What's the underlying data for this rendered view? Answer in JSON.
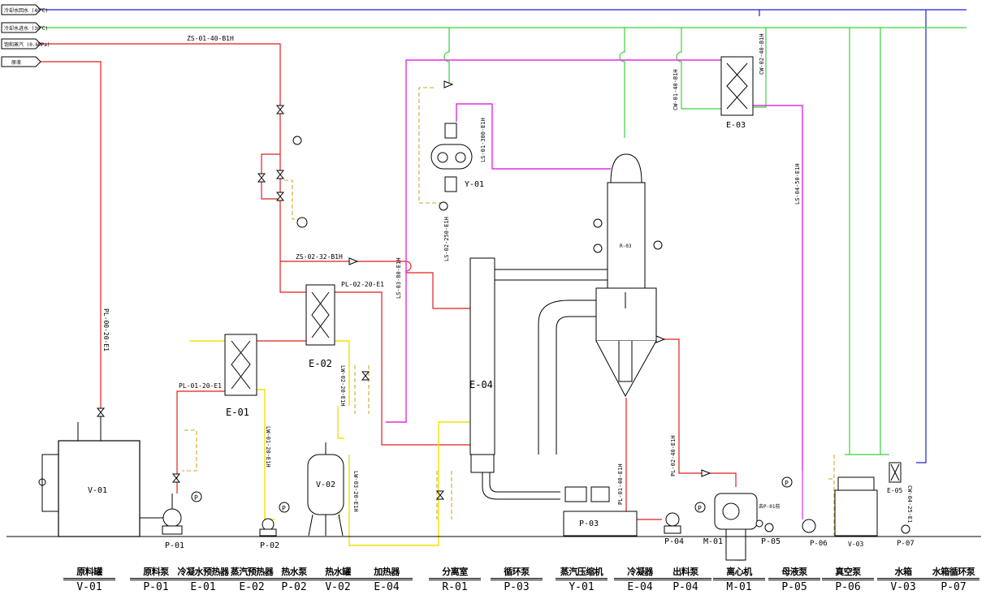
{
  "inflows": [
    {
      "label": "冷却水回水 (40℃)"
    },
    {
      "label": "冷却水进水 (30℃)"
    },
    {
      "label": "饱和蒸汽 (0.6MPa)"
    },
    {
      "label": "原液"
    }
  ],
  "equipment_labels": {
    "v01": "V-01",
    "p01": "P-01",
    "e01": "E-01",
    "p02": "P-02",
    "v02": "V-02",
    "e02": "E-02",
    "e04": "E-04",
    "y01": "Y-01",
    "r03": "R-03",
    "p03": "P-03",
    "e03": "E-03",
    "p04": "P-04",
    "m01": "M-01",
    "p05": "P-05",
    "p06": "P-06",
    "v03": "V-03",
    "p07": "P-07",
    "e05": "E-05"
  },
  "line_labels": {
    "zs0140": "ZS-01-40-B1H",
    "zs0232": "ZS-02-32-B1H",
    "pl0020": "PL-00-20-E1",
    "pl0120": "PL-01-20-E1",
    "pl0220": "PL-02-20-E1",
    "lw0220": "LW-02-20-E1H",
    "lw0120": "LW-01-20-E1H",
    "lw0320": "LW-03-20-E1H",
    "ls0380": "LS-03-80-E1H",
    "ls0225": "LS-02-250-E1H",
    "ls01300": "LS-01-300-E1H",
    "pl0140": "PL-01-40-E1H",
    "pl0240": "PL-02-40-E1H",
    "cw0140": "CW-01-40-B1H",
    "cw0240": "CW-02-40-B1H",
    "ls0450": "LS-04-50-E1H",
    "cw0425": "CW-04-25-E1"
  },
  "misc": {
    "to_p01": "去P-01前",
    "pi": "P"
  },
  "legend": [
    {
      "name": "原料罐",
      "tag": "V-01"
    },
    {
      "name": "原料泵",
      "tag": "P-01"
    },
    {
      "name": "冷凝水预热器",
      "tag": "E-01"
    },
    {
      "name": "蒸汽预热器",
      "tag": "E-02"
    },
    {
      "name": "热水泵",
      "tag": "P-02"
    },
    {
      "name": "热水罐",
      "tag": "V-02"
    },
    {
      "name": "加热器",
      "tag": "E-04"
    },
    {
      "name": "分离室",
      "tag": "R-01"
    },
    {
      "name": "循环泵",
      "tag": "P-03"
    },
    {
      "name": "蒸汽压缩机",
      "tag": "Y-01"
    },
    {
      "name": "冷凝器",
      "tag": "E-04"
    },
    {
      "name": "出料泵",
      "tag": "P-04"
    },
    {
      "name": "离心机",
      "tag": "M-01"
    },
    {
      "name": "母液泵",
      "tag": "P-05"
    },
    {
      "name": "真空泵",
      "tag": "P-06"
    },
    {
      "name": "水箱",
      "tag": "V-03"
    },
    {
      "name": "水箱循环泵",
      "tag": "P-07"
    }
  ],
  "colors": {
    "cooling_return": "#1e22d6",
    "cooling_supply": "#39d23c",
    "steam": "#e11f1f",
    "vapor": "#e22ee2",
    "hot_water": "#f0e000",
    "condensate": "#c9a82a"
  }
}
